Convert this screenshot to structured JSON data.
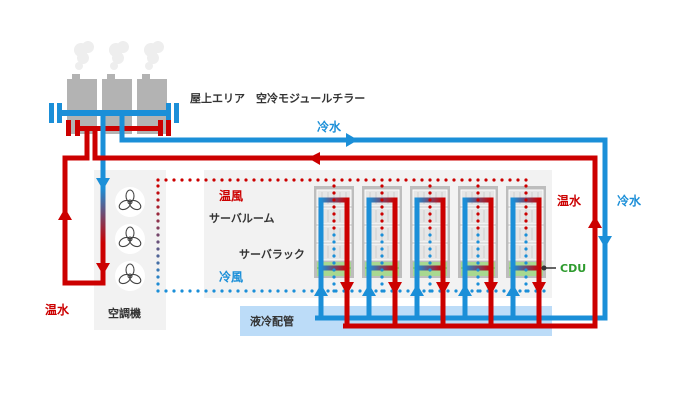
{
  "colors": {
    "cold": "#1b8fd8",
    "hot": "#cc0000",
    "chiller": "#b3b3b3",
    "steam": "#eeeeee",
    "panel": "#f2f2f2",
    "piping_bg": "#bcdcf8",
    "rack": "#bdbdbd",
    "rack_inner": "#e6e6e6",
    "cdu": "#a8d890",
    "cdu_label": "#2e9b2e",
    "text": "#333333"
  },
  "labels": {
    "chiller": "屋上エリア　空冷モジュールチラー",
    "cold_water_top": "冷水",
    "cold_water_right": "冷水",
    "hot_water_right": "温水",
    "hot_water_left": "温水",
    "warm_air": "温風",
    "server_room": "サーバルーム",
    "server_rack": "サーバラック",
    "cool_air": "冷風",
    "air_conditioner": "空調機",
    "liquid_piping": "液冷配管",
    "cdu": "CDU"
  },
  "chiller_units": 3,
  "fans": 3,
  "racks": 5
}
